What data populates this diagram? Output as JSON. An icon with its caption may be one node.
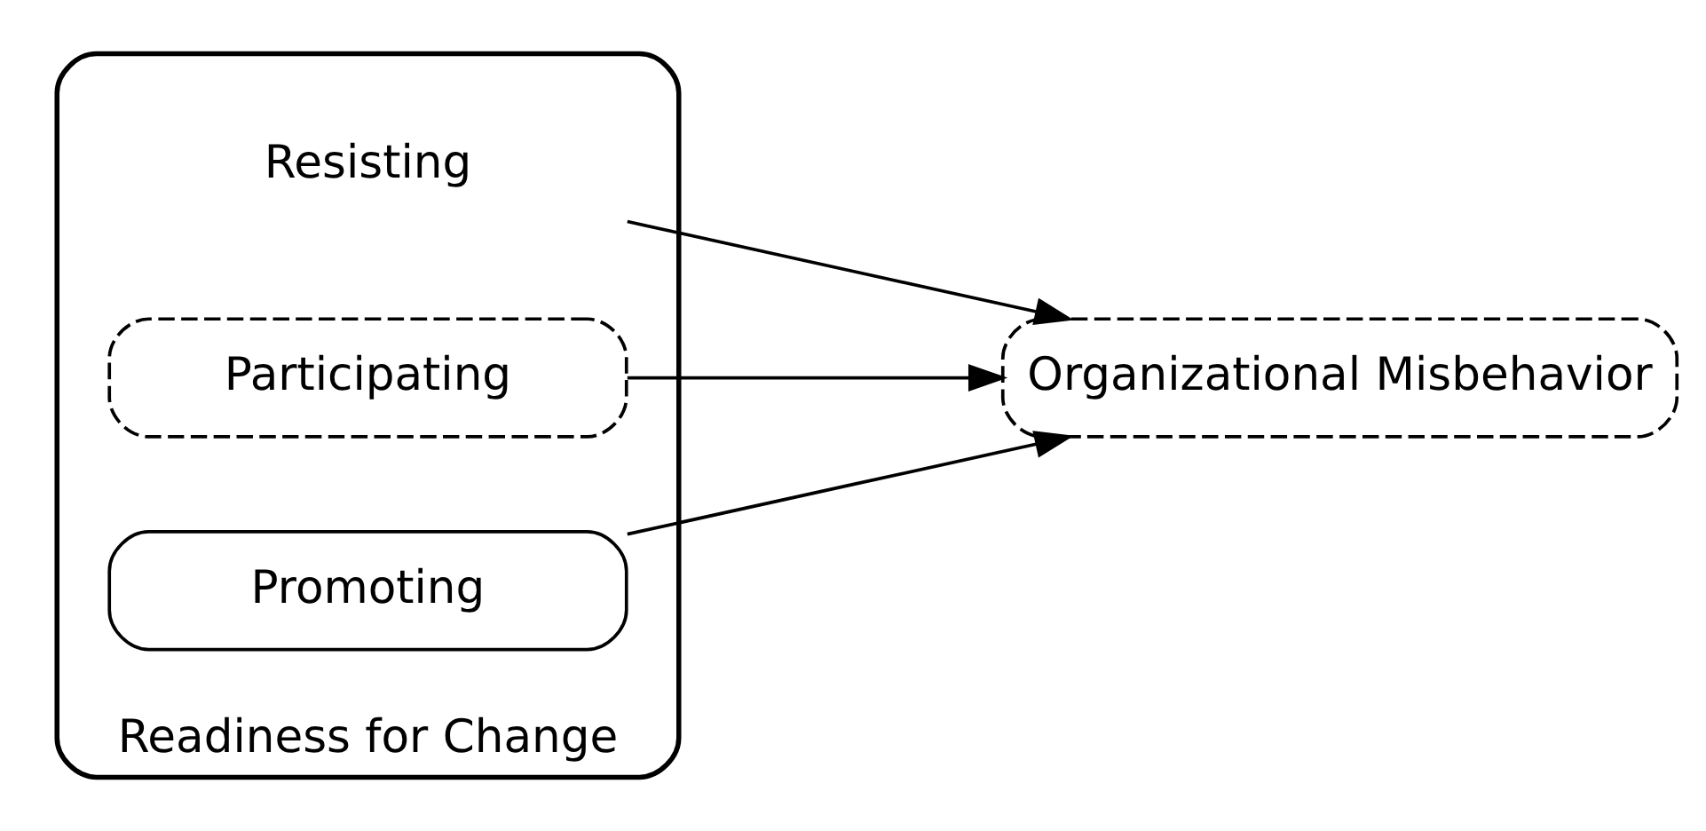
{
  "diagram": {
    "nodes": [
      {
        "text": [
          "Readiness for Change"
        ]
      },
      {
        "text": [
          "Promoting"
        ],
        "in": 0
      },
      {
        "text": [
          "Participating"
        ],
        "in": 0
      },
      {
        "text": [
          "Resisting"
        ],
        "in": 0
      },
      {
        "text": [
          "Organizational Misbehavior"
        ]
      }
    ],
    "edges": [
      {
        "from": 1,
        "to": 4,
        "arrow": "to"
      },
      {
        "from": 2,
        "to": 4,
        "arrow": "to"
      },
      {
        "from": 3,
        "to": 4,
        "arrow": "to"
      }
    ]
  }
}
